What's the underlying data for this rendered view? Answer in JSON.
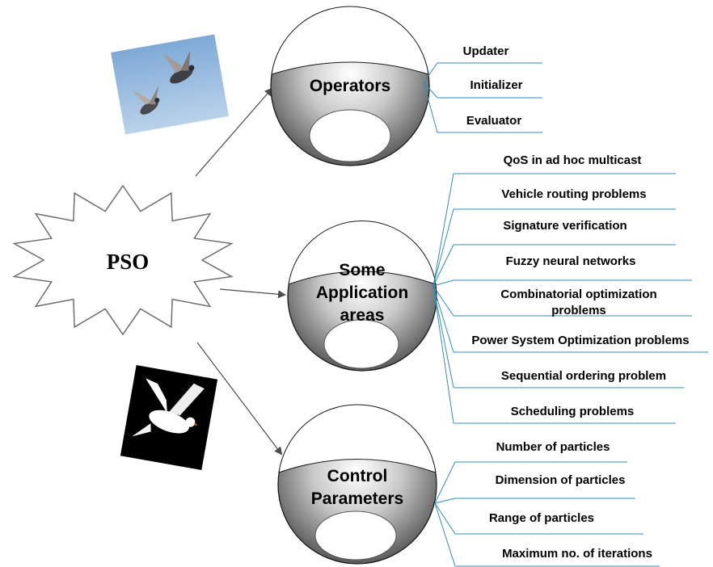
{
  "center": {
    "label": "PSO"
  },
  "nodes": [
    {
      "id": "operators",
      "lines": [
        "Operators"
      ],
      "leaves": [
        "Updater",
        "Initializer",
        "Evaluator"
      ]
    },
    {
      "id": "applications",
      "lines": [
        "Some",
        "Application",
        "areas"
      ],
      "leaves": [
        [
          "QoS in ad hoc multicast"
        ],
        [
          "Vehicle routing problems"
        ],
        [
          "Signature verification"
        ],
        [
          "Fuzzy neural networks"
        ],
        [
          "Combinatorial optimization",
          "problems"
        ],
        [
          "Power System Optimization problems"
        ],
        [
          "Sequential ordering problem"
        ],
        [
          "Scheduling problems"
        ]
      ]
    },
    {
      "id": "control",
      "lines": [
        "Control",
        "Parameters"
      ],
      "leaves": [
        "Number of particles",
        "Dimension of particles",
        "Range of particles",
        "Maximum no. of iterations"
      ]
    }
  ],
  "images": [
    {
      "name": "pigeons-photo",
      "subject": "two pigeons flying against blue sky"
    },
    {
      "name": "white-dove-photo",
      "subject": "white dove on black background"
    }
  ],
  "colors": {
    "branch": "#2f8fb8",
    "arrow": "#4d4d4d",
    "sky": "#8fb6dc"
  }
}
